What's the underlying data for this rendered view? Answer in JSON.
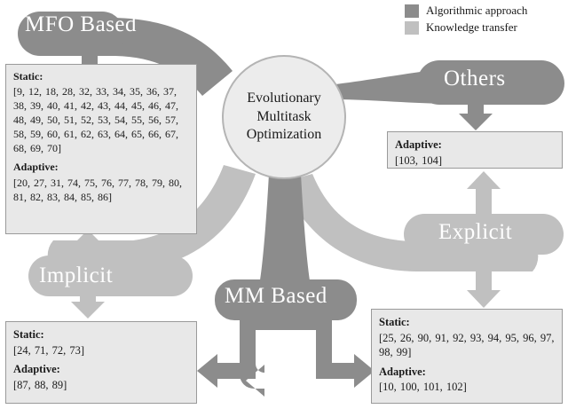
{
  "colors": {
    "algorithmic": "#8c8c8c",
    "knowledge_transfer": "#c0c0c0",
    "box_fill": "#e8e8e8",
    "box_border": "#9a9a9a",
    "circle_fill": "#ececec",
    "circle_border": "#b4b4b4",
    "text": "#1a1a1a",
    "label_text": "#ffffff"
  },
  "legend": {
    "items": [
      {
        "label": "Algorithmic approach",
        "color": "#8c8c8c",
        "swatch": "legend-swatch-dark"
      },
      {
        "label": "Knowledge transfer",
        "color": "#c0c0c0",
        "swatch": "legend-swatch-light"
      }
    ]
  },
  "center": {
    "line1": "Evolutionary",
    "line2": "Multitask",
    "line3": "Optimization"
  },
  "branches": {
    "mfo": {
      "label": "MFO Based",
      "category": "Algorithmic approach"
    },
    "others": {
      "label": "Others",
      "category": "Algorithmic approach"
    },
    "mm_based": {
      "label": "MM Based",
      "category": "Algorithmic approach"
    },
    "implicit": {
      "label": "Implicit",
      "category": "Knowledge transfer"
    },
    "explicit": {
      "label": "Explicit",
      "category": "Knowledge transfer"
    }
  },
  "boxes": {
    "mfo": {
      "static_label": "Static:",
      "static_refs": "[9, 12, 18, 28, 32, 33, 34, 35, 36, 37, 38, 39, 40, 41, 42, 43, 44, 45, 46, 47, 48, 49, 50, 51, 52, 53, 54, 55, 56, 57, 58, 59, 60, 61, 62, 63, 64, 65, 66, 67, 68, 69, 70]",
      "adaptive_label": "Adaptive:",
      "adaptive_refs": "[20, 27, 31, 74, 75, 76, 77, 78, 79, 80, 81, 82, 83, 84, 85, 86]"
    },
    "implicit": {
      "static_label": "Static:",
      "static_refs": "[24, 71, 72, 73]",
      "adaptive_label": "Adaptive:",
      "adaptive_refs": "[87, 88, 89]"
    },
    "others": {
      "adaptive_label": "Adaptive:",
      "adaptive_refs": "[103, 104]"
    },
    "explicit": {
      "static_label": "Static:",
      "static_refs": "[25, 26, 90, 91, 92, 93, 94, 95, 96, 97, 98, 99]",
      "adaptive_label": "Adaptive:",
      "adaptive_refs": "[10, 100, 101, 102]"
    }
  }
}
